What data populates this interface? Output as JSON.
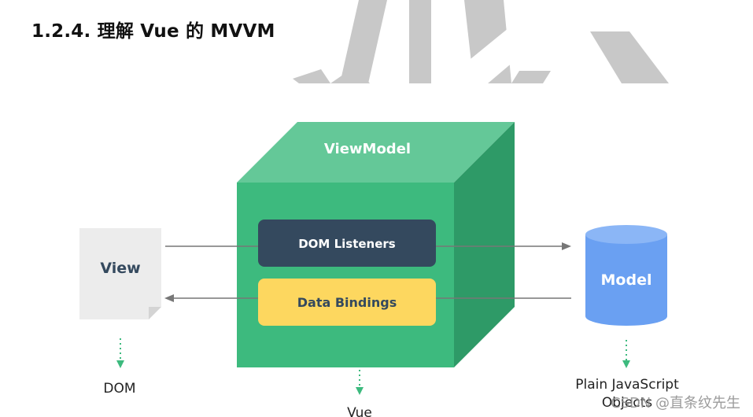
{
  "heading": "1.2.4.  理解 Vue 的 MVVM",
  "diagram": {
    "viewmodel": {
      "title": "ViewModel",
      "dom_listeners": "DOM Listeners",
      "data_bindings": "Data Bindings",
      "caption": "Vue"
    },
    "view": {
      "label": "View",
      "caption": "DOM"
    },
    "model": {
      "label": "Model",
      "caption_line1": "Plain JavaScript",
      "caption_line2": "Objects"
    }
  },
  "watermark": "CSDN @直条纹先生",
  "colors": {
    "cube_front": "#3dba7e",
    "cube_top": "#64c898",
    "cube_side": "#2e9a67",
    "dom_listeners_bg": "#34495e",
    "data_bindings_bg": "#fdd75f",
    "view_doc": "#ececec",
    "model_cylinder": "#6aa0f2",
    "arrow": "#777777",
    "dotted_arrow": "#3dba7e",
    "background_mark": "#c8c8c8"
  }
}
